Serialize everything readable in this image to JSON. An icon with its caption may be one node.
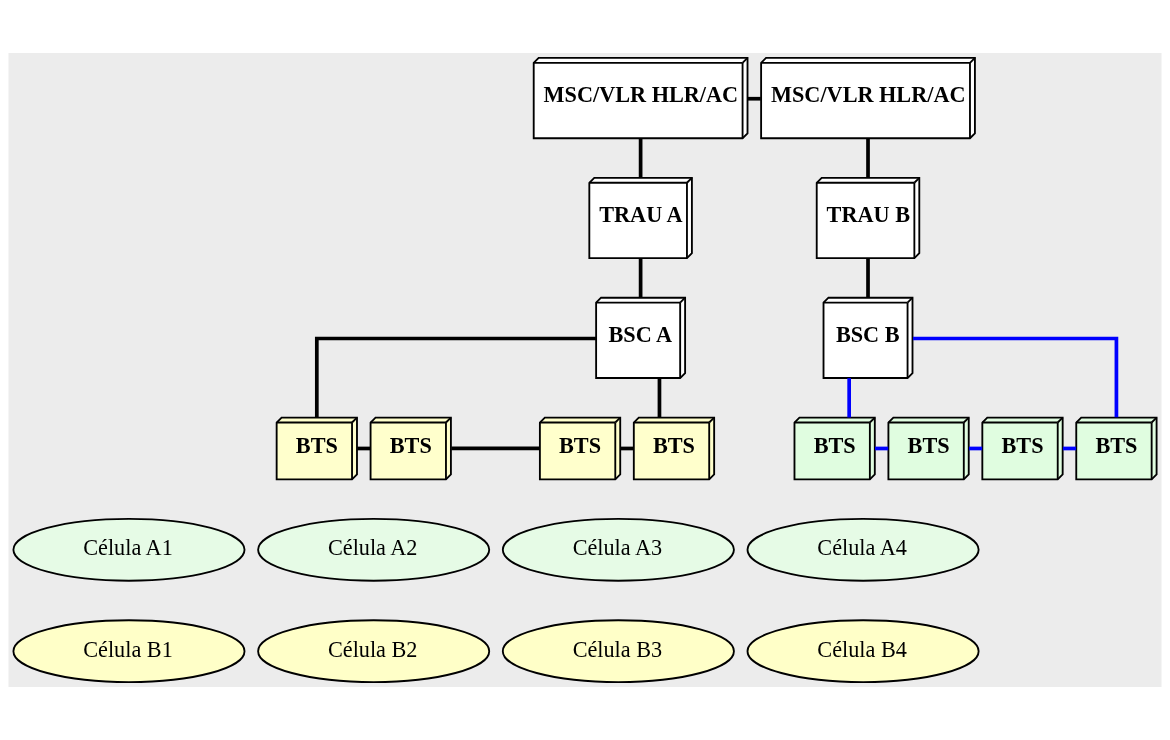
{
  "diagram": {
    "nodes": [
      {
        "text": [
          "MSC/VLR HLR/AC"
        ]
      },
      {
        "text": [
          "MSC/VLR HLR/AC"
        ]
      },
      {
        "text": [
          "TRAU A"
        ]
      },
      {
        "text": [
          "TRAU B"
        ]
      },
      {
        "text": [
          "BSC A"
        ]
      },
      {
        "text": [
          "BSC B"
        ]
      },
      {
        "text": [
          "BTS"
        ]
      },
      {
        "text": [
          "BTS"
        ]
      },
      {
        "text": [
          "BTS"
        ]
      },
      {
        "text": [
          "BTS"
        ]
      },
      {
        "text": [
          "BTS"
        ]
      },
      {
        "text": [
          "BTS"
        ]
      },
      {
        "text": [
          "BTS"
        ]
      },
      {
        "text": [
          "BTS"
        ]
      },
      {
        "text": [
          "Célula A1"
        ]
      },
      {
        "text": [
          "Célula A2"
        ]
      },
      {
        "text": [
          "Célula A3"
        ]
      },
      {
        "text": [
          "Célula A4"
        ]
      },
      {
        "text": [
          "Célula B1"
        ]
      },
      {
        "text": [
          "Célula B2"
        ]
      },
      {
        "text": [
          "Célula B3"
        ]
      },
      {
        "text": [
          "Célula B4"
        ]
      }
    ],
    "edges": [
      {
        "from": 0,
        "to": 1,
        "arrow": "none"
      },
      {
        "from": 0,
        "to": 2,
        "arrow": "none"
      },
      {
        "from": 1,
        "to": 3,
        "arrow": "none"
      },
      {
        "from": 2,
        "to": 4,
        "arrow": "none"
      },
      {
        "from": 3,
        "to": 5,
        "arrow": "none"
      },
      {
        "from": 4,
        "to": 6,
        "arrow": "none"
      },
      {
        "from": 4,
        "to": 12,
        "arrow": "none"
      },
      {
        "from": 5,
        "to": 7,
        "arrow": "none",
        "color": "#0000ff"
      },
      {
        "from": 5,
        "to": 13,
        "arrow": "none",
        "color": "#0000ff"
      },
      {
        "from": 6,
        "to": 8,
        "arrow": "none"
      },
      {
        "from": 8,
        "to": 10,
        "arrow": "none"
      },
      {
        "from": 10,
        "to": 12,
        "arrow": "none"
      },
      {
        "from": 7,
        "to": 9,
        "arrow": "none",
        "color": "#0000ff"
      },
      {
        "from": 9,
        "to": 11,
        "arrow": "none",
        "color": "#0000ff"
      },
      {
        "from": 11,
        "to": 13,
        "arrow": "none",
        "color": "#0000ff"
      }
    ]
  }
}
